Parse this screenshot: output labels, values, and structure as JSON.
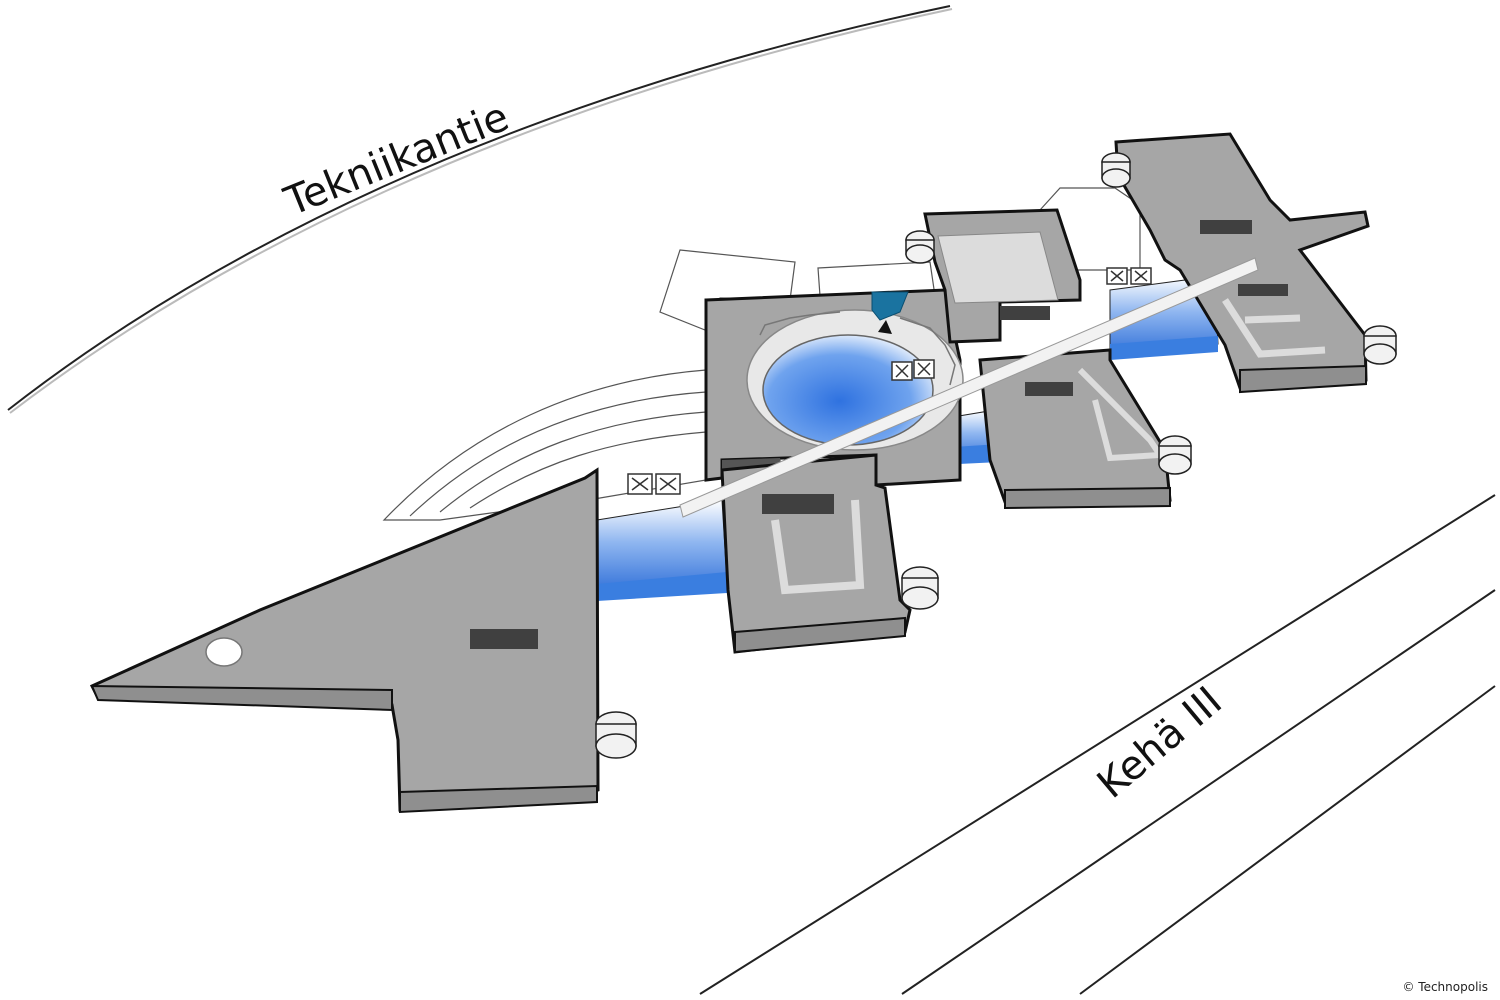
{
  "map": {
    "roads": [
      {
        "name": "Tekniikantie"
      },
      {
        "name": "Kehä III"
      }
    ],
    "copyright": "© Technopolis",
    "colors": {
      "wing_roof": "#a6a6a6",
      "wing_side": "#8f8f8f",
      "courtyard_gray": "#dcdcdc",
      "atrium_blue": "#3b7fe0",
      "marker_teal": "#1a73a0",
      "skylight_dark": "#404040",
      "outline": "#111111"
    }
  }
}
